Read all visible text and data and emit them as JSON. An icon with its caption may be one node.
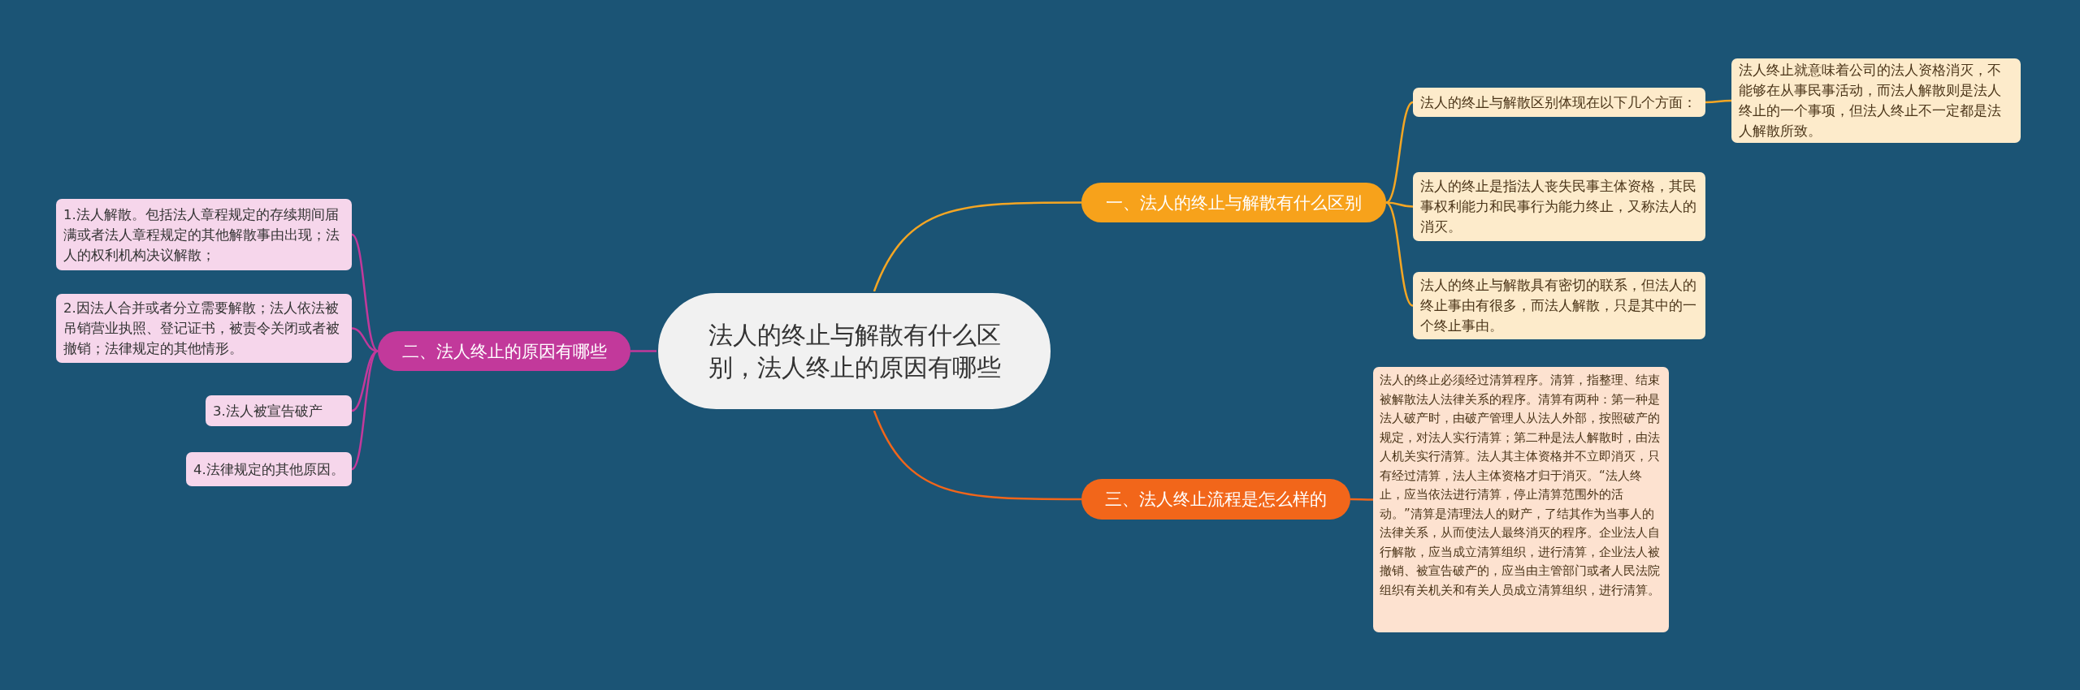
{
  "diagram": {
    "nodes": [
      {
        "text": [
          "法人的终止与解散有什么区别，法人终止的原因有哪些"
        ]
      },
      {
        "text": [
          "一、法人的终止与解散有什么区别"
        ]
      },
      {
        "text": [
          "法人的终止与解散区别体现在以下几个方面："
        ]
      },
      {
        "text": [
          "法人终止就意味着公司的法人资格消灭，不能够在从事民事活动，而法人解散则是法人终止的一个事项，但法人终止不一定都是法人解散所致。"
        ]
      },
      {
        "text": [
          "法人的终止是指法人丧失民事主体资格，其民事权利能力和民事行为能力终止，又称法人的消灭。"
        ]
      },
      {
        "text": [
          "法人的终止与解散具有密切的联系，但法人的终止事由有很多，而法人解散，只是其中的一个终止事由。"
        ]
      },
      {
        "text": [
          "二、法人终止的原因有哪些"
        ]
      },
      {
        "text": [
          "1.法人解散。包括法人章程规定的存续期间届满或者法人章程规定的其他解散事由出现；法人的权利机构决议解散；"
        ]
      },
      {
        "text": [
          "2.因法人合并或者分立需要解散；法人依法被吊销营业执照、登记证书，被责令关闭或者被撤销；法律规定的其他情形。"
        ]
      },
      {
        "text": [
          "3.法人被宣告破产"
        ]
      },
      {
        "text": [
          "4.法律规定的其他原因。"
        ]
      },
      {
        "text": [
          "三、法人终止流程是怎么样的"
        ]
      },
      {
        "text": [
          "法人的终止必须经过清算程序。清算，指整理、结束被解散法人法律关系的程序。清算有两种：第一种是法人破产时，由破产管理人从法人外部，按照破产的规定，对法人实行清算；第二种是法人解散时，由法人机关实行清算。法人其主体资格并不立即消灭，只有经过清算，法人主体资格才归于消灭。“法人终止，应当依法进行清算，停止清算范围外的活动。”清算是清理法人的财产，了结其作为当事人的法律关系，从而使法人最终消灭的程序。企业法人自行解散，应当成立清算组织，进行清算，企业法人被撤销、被宣告破产的，应当由主管部门或者人民法院组织有关机关和有关人员成立清算组织，进行清算。"
        ]
      }
    ],
    "edges": [
      {
        "from": 0,
        "to": 1,
        "arrow": "none",
        "color": "#f5a623"
      },
      {
        "from": 1,
        "to": 2,
        "arrow": "none",
        "color": "#f5a623"
      },
      {
        "from": 2,
        "to": 3,
        "arrow": "none",
        "color": "#f5a623"
      },
      {
        "from": 1,
        "to": 4,
        "arrow": "none",
        "color": "#f5a623"
      },
      {
        "from": 1,
        "to": 5,
        "arrow": "none",
        "color": "#f5a623"
      },
      {
        "from": 0,
        "to": 6,
        "arrow": "none",
        "color": "#c2399b"
      },
      {
        "from": 6,
        "to": 7,
        "arrow": "none",
        "color": "#c2399b"
      },
      {
        "from": 6,
        "to": 8,
        "arrow": "none",
        "color": "#c2399b"
      },
      {
        "from": 6,
        "to": 9,
        "arrow": "none",
        "color": "#c2399b"
      },
      {
        "from": 6,
        "to": 10,
        "arrow": "none",
        "color": "#c2399b"
      },
      {
        "from": 0,
        "to": 11,
        "arrow": "none",
        "color": "#f2661a"
      },
      {
        "from": 11,
        "to": 12,
        "arrow": "none",
        "color": "#f2661a"
      }
    ]
  }
}
